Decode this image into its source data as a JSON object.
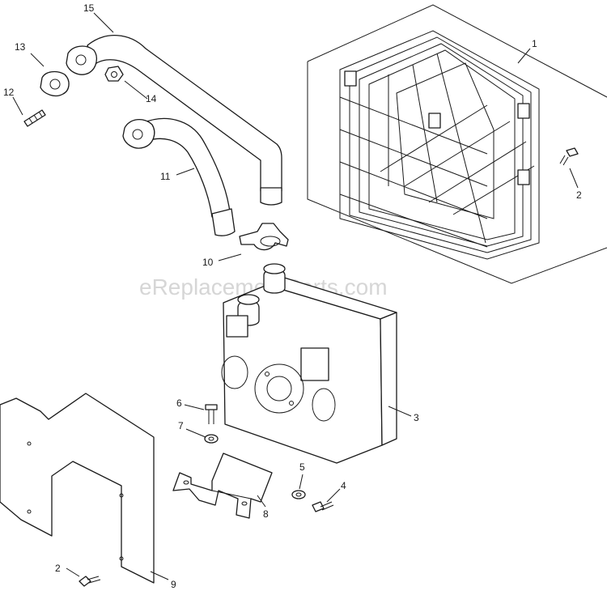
{
  "watermark": "eReplacementParts.com",
  "callouts": {
    "c1": "1",
    "c2a": "2",
    "c2b": "2",
    "c3": "3",
    "c4": "4",
    "c5": "5",
    "c6": "6",
    "c7": "7",
    "c8": "8",
    "c9": "9",
    "c10": "10",
    "c11": "11",
    "c12": "12",
    "c13": "13",
    "c14": "14",
    "c15": "15"
  }
}
